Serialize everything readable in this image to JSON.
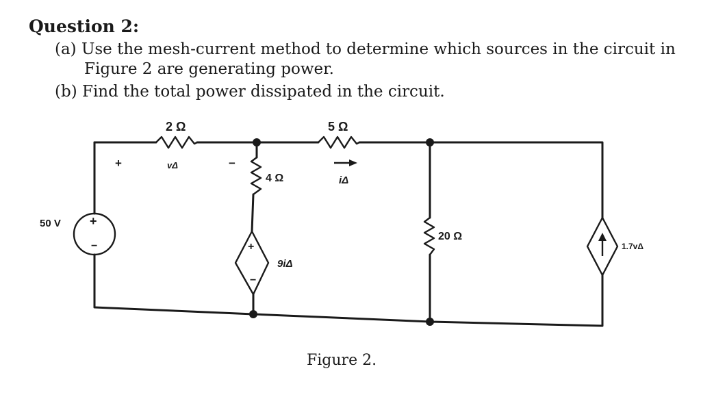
{
  "question": {
    "title": "Question 2:",
    "part_a_line1": "(a) Use the mesh-current method to determine which sources in the circuit in",
    "part_a_line2": "Figure 2 are generating power.",
    "part_b": "(b) Find the total power dissipated in the circuit."
  },
  "circuit": {
    "r_top_left": "2 Ω",
    "r_top_right": "5 Ω",
    "r_middle": "4 Ω",
    "r_right": "20 Ω",
    "v_source": "50 V",
    "v_delta_label": "vΔ",
    "plus_sign": "+",
    "minus_sign": "−",
    "i_delta_label": "iΔ",
    "dep_voltage_label": "9iΔ",
    "dep_current_label": "1.7vΔ"
  },
  "figure_caption": "Figure 2."
}
